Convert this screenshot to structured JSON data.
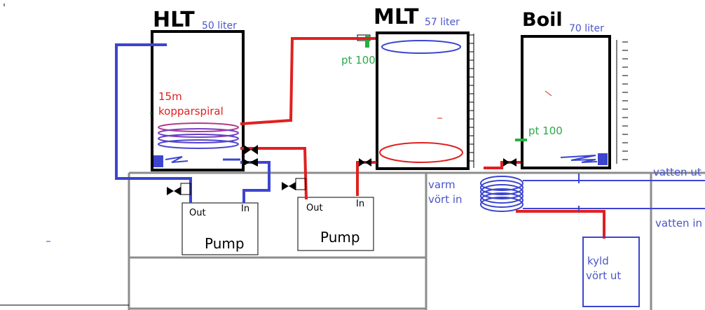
{
  "tanks": {
    "hlt": {
      "name": "HLT",
      "volume": "50 liter"
    },
    "mlt": {
      "name": "MLT",
      "volume": "57 liter"
    },
    "boil": {
      "name": "Boil",
      "volume": "70 liter"
    }
  },
  "labels": {
    "coil_length": "15m",
    "coil_name": "kopparspiral",
    "mlt_sensor": "pt 100",
    "boil_sensor": "pt 100",
    "warm_wort_line1": "varm",
    "warm_wort_line2": "vört in",
    "water_out": "vatten  ut",
    "water_in": "vatten in",
    "cooled_wort_line1": "kyld",
    "cooled_wort_line2": "vört ut"
  },
  "pumps": [
    {
      "title": "Pump",
      "out_label": "Out",
      "in_label": "In"
    },
    {
      "title": "Pump",
      "out_label": "Out",
      "in_label": "In"
    }
  ],
  "colors": {
    "gray_frame": "#8c8c8c",
    "pipe_red": "#e02020",
    "pipe_blue": "#3c45d0",
    "text_blue": "#4a55c8",
    "text_red": "#e02020",
    "text_green": "#2aa84a",
    "sensor_green": "#26b040",
    "black": "#000000"
  }
}
